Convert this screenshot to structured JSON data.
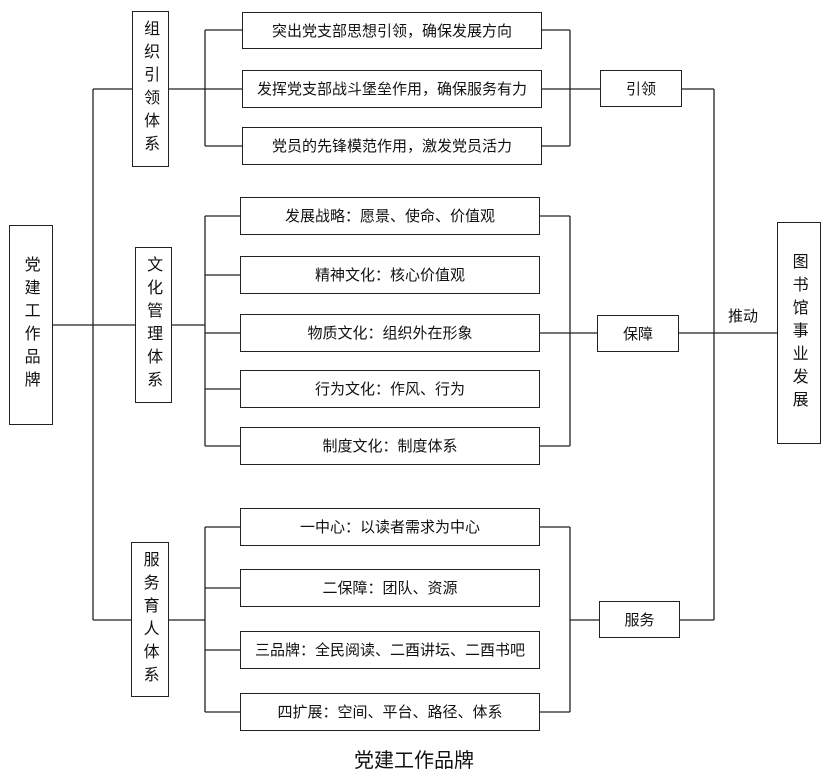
{
  "caption": "党建工作品牌",
  "root": "党建工作品牌",
  "target": "图书馆事业发展",
  "push_label": "推动",
  "systems": [
    {
      "name": "组织引领体系",
      "outcome": "引领",
      "items": [
        "突出党支部思想引领，确保发展方向",
        "发挥党支部战斗堡垒作用，确保服务有力",
        "党员的先锋模范作用，激发党员活力"
      ]
    },
    {
      "name": "文化管理体系",
      "outcome": "保障",
      "items": [
        "发展战略：愿景、使命、价值观",
        "精神文化：核心价值观",
        "物质文化：组织外在形象",
        "行为文化：作风、行为",
        "制度文化：制度体系"
      ]
    },
    {
      "name": "服务育人体系",
      "outcome": "服务",
      "items": [
        "一中心：以读者需求为中心",
        "二保障：团队、资源",
        "三品牌：全民阅读、二酉讲坛、二酉书吧",
        "四扩展：空间、平台、路径、体系"
      ]
    }
  ]
}
